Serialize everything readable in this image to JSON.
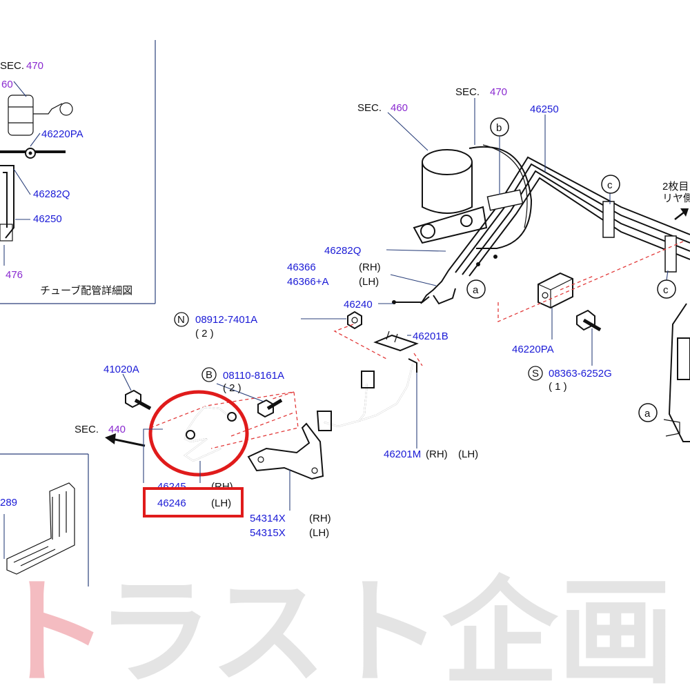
{
  "watermark": {
    "text": "トラスト企画"
  },
  "inset_top": {
    "sec_470": "SEC.",
    "sec_470_num": "470",
    "sec_460_num": "60",
    "part_46220pa": "46220PA",
    "part_46282q": "46282Q",
    "part_46250": "46250",
    "num_476": "476",
    "caption": "チューブ配管詳細図"
  },
  "inset_bottom": {
    "part_partial": "289"
  },
  "labels": {
    "sec_460": "SEC.",
    "sec_460_num": "460",
    "sec_470": "SEC.",
    "sec_470_num": "470",
    "part_46250": "46250",
    "callout_b": "b",
    "callout_c": "c",
    "callout_a": "a",
    "rear_note_1": "2枚目",
    "rear_note_2": "リヤ側",
    "part_46282q": "46282Q",
    "part_46366": "46366",
    "rh_1": "(RH)",
    "part_46366a": "46366+A",
    "lh_1": "(LH)",
    "part_46240": "46240",
    "n_mark": "N",
    "part_08912": "08912-7401A",
    "qty_2a": "( 2 )",
    "part_46201b": "46201B",
    "part_46220pa": "46220PA",
    "s_mark": "S",
    "part_08363": "08363-6252G",
    "qty_1": "( 1 )",
    "part_41020a": "41020A",
    "b_mark": "B",
    "part_08110": "08110-8161A",
    "qty_2b": "( 2 )",
    "sec_440": "SEC.",
    "sec_440_num": "440",
    "part_46201m": "46201M",
    "rh_2": "(RH)",
    "lh_2": "(LH)",
    "part_46245_partial": "46245",
    "rh_3": "(RH)",
    "part_46246": "46246",
    "lh_3": "(LH)",
    "part_54314x": "54314X",
    "rh_4": "(RH)",
    "part_54315x": "54315X",
    "lh_4": "(LH)"
  },
  "colors": {
    "part_number": "#1a1ad6",
    "section_number": "#8a2ad0",
    "highlight": "#e01b1b",
    "leader": "#2a3f7a",
    "watermark": "#d8d8d8"
  }
}
